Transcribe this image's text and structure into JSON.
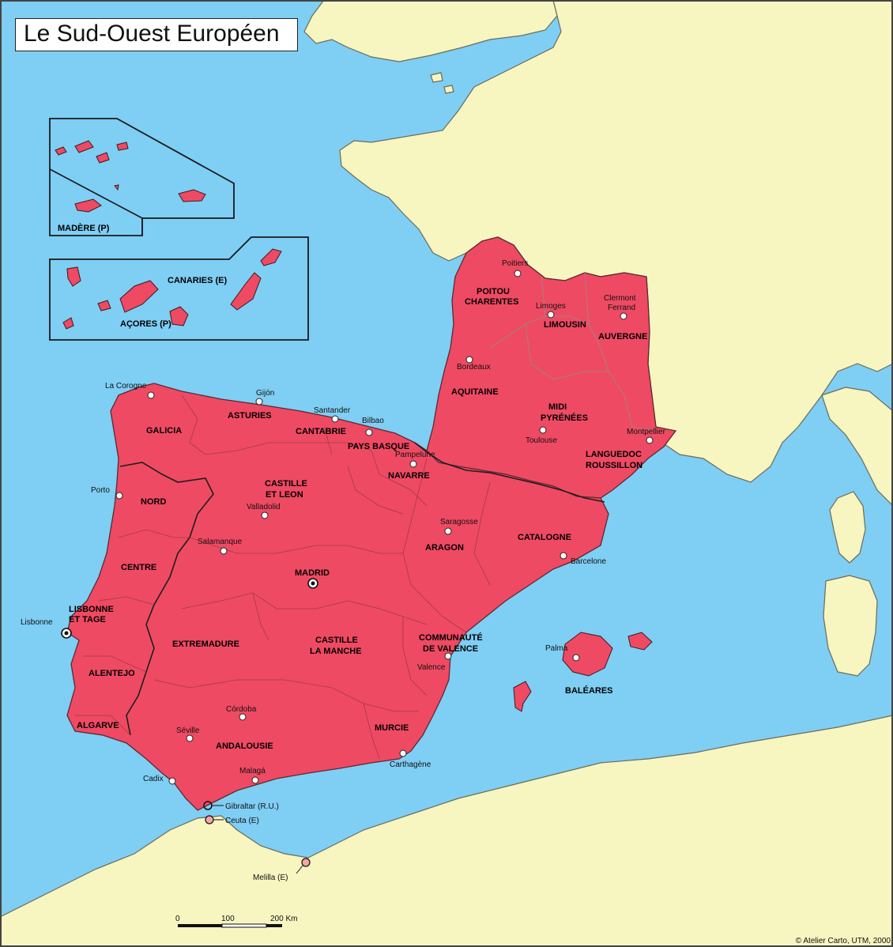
{
  "title": "Le Sud-Ouest Européen",
  "credit": "© Atelier Carto, UTM, 2000",
  "colors": {
    "sea": "#7fcef4",
    "other_land": "#f7f5c0",
    "region": "#ef4a63"
  },
  "insets": {
    "azores": "AÇORES (P)",
    "madeira": "MADÈRE (P)",
    "canaries": "CANARIES (E)"
  },
  "regions": {
    "galicia": "GALICIA",
    "asturies": "ASTURIES",
    "cantabrie": "CANTABRIE",
    "pays_basque": "PAYS BASQUE",
    "navarre": "NAVARRE",
    "castille_leon_1": "CASTILLE",
    "castille_leon_2": "ET LEON",
    "nord": "NORD",
    "centre": "CENTRE",
    "lisbonne_1": "LISBONNE",
    "lisbonne_2": "ET TAGE",
    "alentejo": "ALENTEJO",
    "algarve": "ALGARVE",
    "extremadure": "EXTREMADURE",
    "madrid": "MADRID",
    "castille_manche_1": "CASTILLE",
    "castille_manche_2": "LA MANCHE",
    "andalousie": "ANDALOUSIE",
    "murcie": "MURCIE",
    "valence_1": "COMMUNAUTÉ",
    "valence_2": "DE VALENCE",
    "aragon": "ARAGON",
    "catalogne": "CATALOGNE",
    "baleares": "BALÉARES",
    "poitou_1": "POITOU",
    "poitou_2": "CHARENTES",
    "limousin": "LIMOUSIN",
    "auvergne": "AUVERGNE",
    "aquitaine": "AQUITAINE",
    "midi_1": "MIDI",
    "midi_2": "PYRÉNÉES",
    "languedoc_1": "LANGUEDOC",
    "languedoc_2": "ROUSSILLON"
  },
  "cities": {
    "la_corogne": "La Corogne",
    "gijon": "Gijón",
    "santander": "Santander",
    "bilbao": "Bilbao",
    "pampelune": "Pampelune",
    "porto": "Porto",
    "valladolid": "Valladolid",
    "salamanque": "Salamanque",
    "lisbonne": "Lisbonne",
    "saragosse": "Saragosse",
    "barcelone": "Barcelone",
    "valence": "Valence",
    "palma": "Palma",
    "cordoba": "Córdoba",
    "seville": "Séville",
    "malaga": "Malagá",
    "cadix": "Cadix",
    "carthagene": "Carthagène",
    "gibraltar": "Gibraltar (R.U.)",
    "ceuta": "Ceuta (E)",
    "melilla": "Melilla (E)",
    "poitiers": "Poitiers",
    "limoges": "Limoges",
    "clermont_1": "Clermont",
    "clermont_2": "Ferrand",
    "bordeaux": "Bordeaux",
    "toulouse": "Toulouse",
    "montpellier": "Montpellier"
  },
  "scale": {
    "tick_0": "0",
    "tick_100": "100",
    "tick_200": "200 Km"
  }
}
